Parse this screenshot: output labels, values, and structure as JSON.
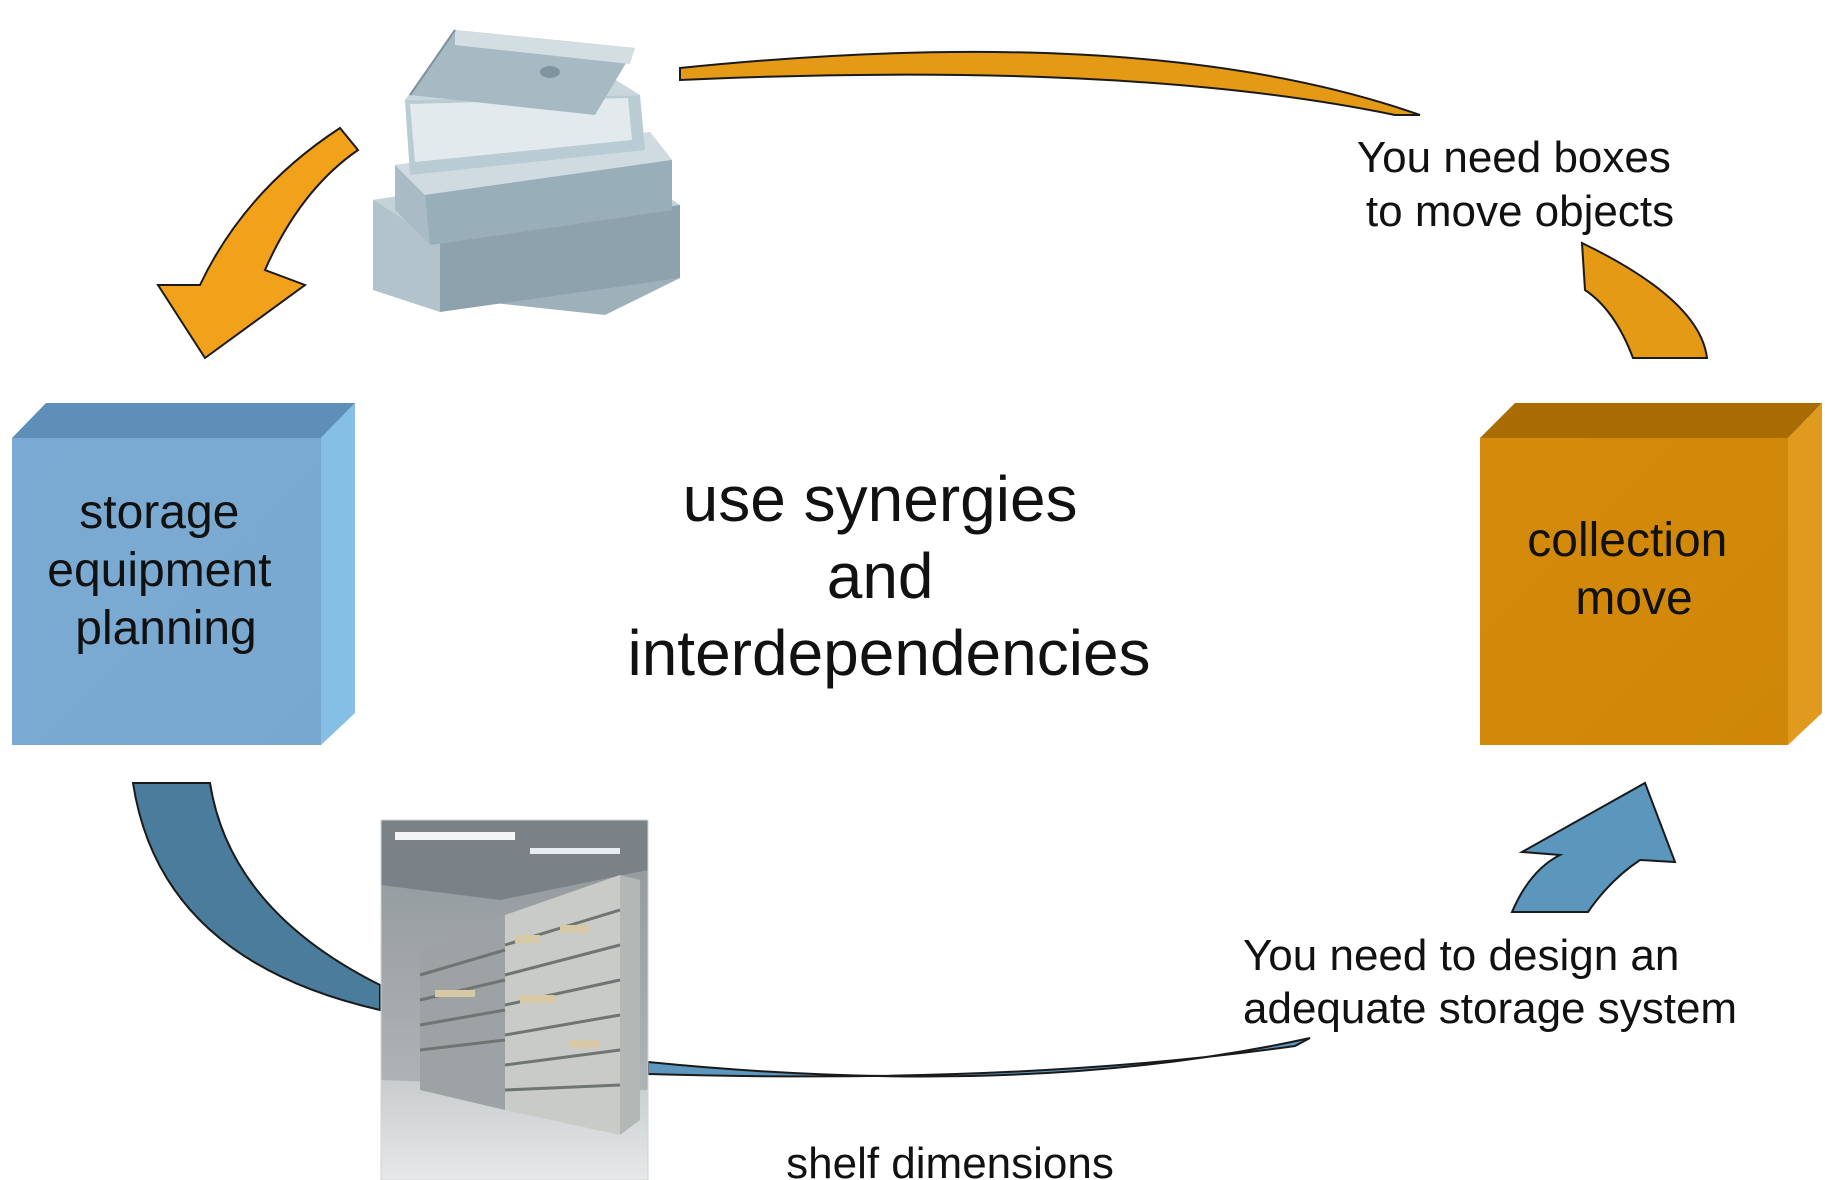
{
  "center": {
    "lines": [
      "use synergies",
      "and",
      "interdependencies"
    ]
  },
  "nodes": {
    "storage": {
      "lines": [
        "storage",
        "equipment",
        "planning"
      ],
      "color": "#7aaad1"
    },
    "move": {
      "lines": [
        "collection",
        "move"
      ],
      "color": "#d2880a"
    }
  },
  "notes": {
    "boxes": [
      "You need boxes",
      "to move objects"
    ],
    "storage_system": [
      "You need to design an",
      "adequate storage system"
    ],
    "shelf": "shelf dimensions"
  },
  "images": {
    "boxes": "stack-of-archival-boxes",
    "shelving": "mobile-shelving-storage-room"
  },
  "colors": {
    "orange_arrow": "#f2a21a",
    "orange_arrow_dark": "#d9920f",
    "blue_arrow": "#4c7f9f",
    "blue_arrow_light": "#5e97bd"
  }
}
